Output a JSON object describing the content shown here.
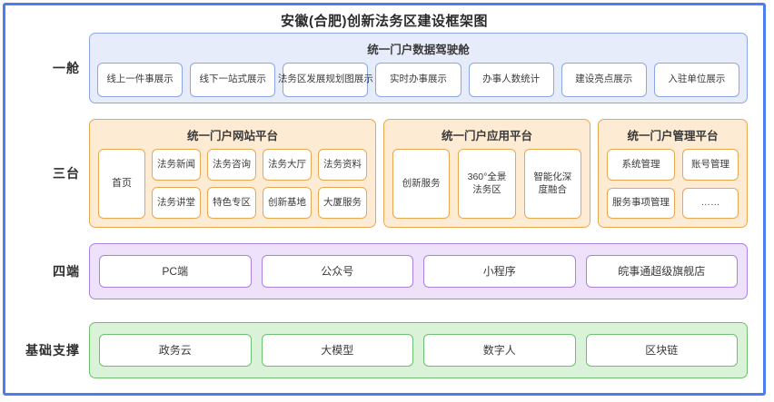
{
  "diagram": {
    "title": "安徽(合肥)创新法务区建设框架图",
    "frame_color": "#4a7ef0"
  },
  "rows": {
    "cabin": {
      "label": "一舱",
      "band_title": "统一门户数据驾驶舱",
      "accent": "#8aa6e6",
      "fill": "#e7ecfa",
      "items": [
        "线上一件事展示",
        "线下一站式展示",
        "法务区发展规划图展示",
        "实时办事展示",
        "办事人数统计",
        "建设亮点展示",
        "入驻单位展示"
      ]
    },
    "platform": {
      "label": "三台",
      "accent": "#e9a84f",
      "fill": "#fdebd3",
      "website": {
        "title": "统一门户网站平台",
        "home": "首页",
        "items": [
          "法务新闻",
          "法务咨询",
          "法务大厅",
          "法务资料",
          "法务讲堂",
          "特色专区",
          "创新基地",
          "大厦服务"
        ]
      },
      "application": {
        "title": "统一门户应用平台",
        "items": [
          "创新服务",
          "360°全景法务区",
          "智能化深度融合"
        ]
      },
      "management": {
        "title": "统一门户管理平台",
        "items": [
          "系统管理",
          "账号管理",
          "服务事项管理",
          "……"
        ]
      }
    },
    "ends": {
      "label": "四端",
      "accent": "#ab80e2",
      "fill": "#eee2fb",
      "items": [
        "PC端",
        "公众号",
        "小程序",
        "皖事通超级旗舰店"
      ]
    },
    "base": {
      "label": "基础支撑",
      "accent": "#6cc06e",
      "fill": "#d9f2d8",
      "items": [
        "政务云",
        "大模型",
        "数字人",
        "区块链"
      ]
    }
  }
}
